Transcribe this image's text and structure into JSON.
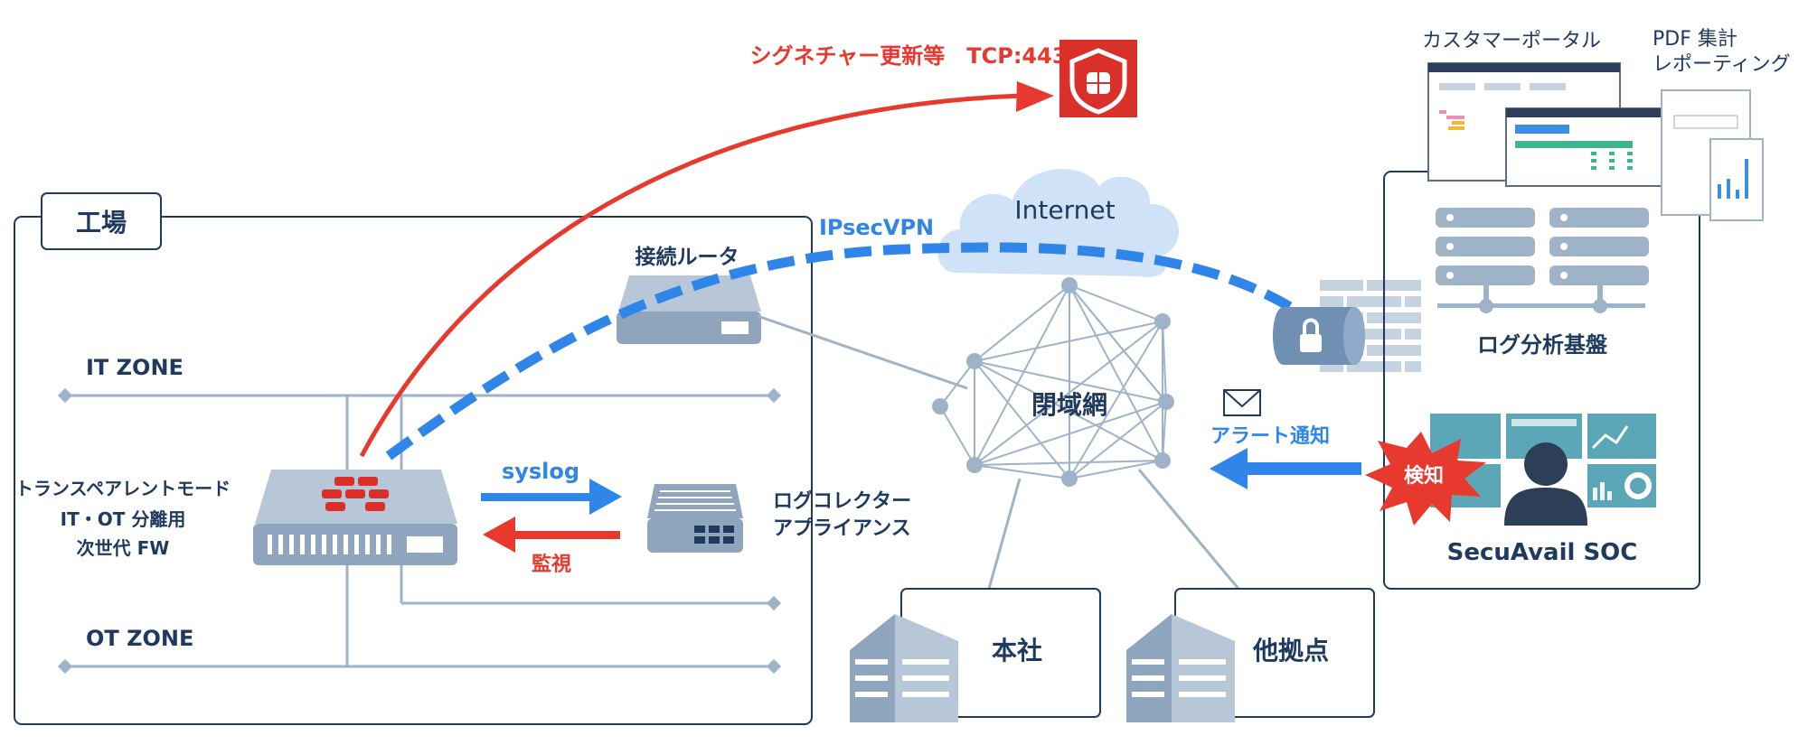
{
  "factory": {
    "title": "工場",
    "it_zone": "IT ZONE",
    "ot_zone": "OT ZONE",
    "fw_label_1": "トランスペアレントモード",
    "fw_label_2": "IT・OT 分離用",
    "fw_label_3": "次世代 FW",
    "router_label": "接続ルータ",
    "collector_label_1": "ログコレクター",
    "collector_label_2": "アプライアンス",
    "syslog_label": "syslog",
    "monitor_label": "監視"
  },
  "top": {
    "signature_label": "シグネチャー更新等　TCP:443"
  },
  "network": {
    "vpn_label": "IPsecVPN",
    "internet_label": "Internet",
    "closed_network_label": "閉域網",
    "hq_label": "本社",
    "other_site_label": "他拠点"
  },
  "soc": {
    "portal_label": "カスタマーポータル",
    "pdf_label_1": "PDF 集計",
    "pdf_label_2": "レポーティング",
    "log_platform_label": "ログ分析基盤",
    "alert_label": "アラート通知",
    "detect_label": "検知",
    "soc_label": "SecuAvail SOC"
  },
  "colors": {
    "navy": "#1e3a5f",
    "line": "#9fb3c8",
    "red": "#e8392f",
    "blue": "#2f86e8",
    "device": "#8fa4bd",
    "teal": "#5ba7b8"
  }
}
